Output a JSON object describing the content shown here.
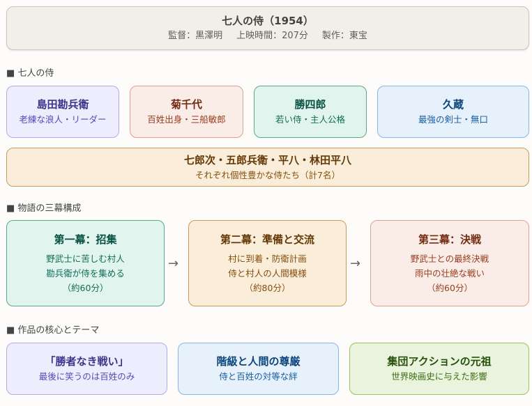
{
  "header": {
    "title": "七人の侍（1954）",
    "director": "監督：黒澤明",
    "runtime": "上映時間：207分",
    "production": "製作：東宝"
  },
  "sections": {
    "samurai": "■ 七人の侍",
    "acts": "■ 物語の三幕構成",
    "themes": "■ 作品の核心とテーマ"
  },
  "samurai": [
    {
      "name": "島田勘兵衛",
      "desc": "老練な浪人・リーダー"
    },
    {
      "name": "菊千代",
      "desc": "百姓出身・三船敏郎"
    },
    {
      "name": "勝四郎",
      "desc": "若い侍・主人公格"
    },
    {
      "name": "久蔵",
      "desc": "最強の剣士・無口"
    }
  ],
  "others": {
    "names": "七郎次・五郎兵衛・平八・林田平八",
    "desc": "それぞれ個性豊かな侍たち（計7名）"
  },
  "acts": [
    {
      "title": "第一幕：招集",
      "line1": "野武士に苦しむ村人",
      "line2": "勘兵衛が侍を集める",
      "duration": "（約60分）"
    },
    {
      "title": "第二幕：準備と交流",
      "line1": "村に到着・防衛計画",
      "line2": "侍と村人の人間模様",
      "duration": "（約80分）"
    },
    {
      "title": "第三幕：決戦",
      "line1": "野武士との最終決戦",
      "line2": "雨中の壮絶な戦い",
      "duration": "（約60分）"
    }
  ],
  "arrow": "→",
  "themes": [
    {
      "title": "「勝者なき戦い」",
      "desc": "最後に笑うのは百姓のみ"
    },
    {
      "title": "階級と人間の尊厳",
      "desc": "侍と百姓の対等な絆"
    },
    {
      "title": "集団アクションの元祖",
      "desc": "世界映画史に与えた影響"
    }
  ]
}
